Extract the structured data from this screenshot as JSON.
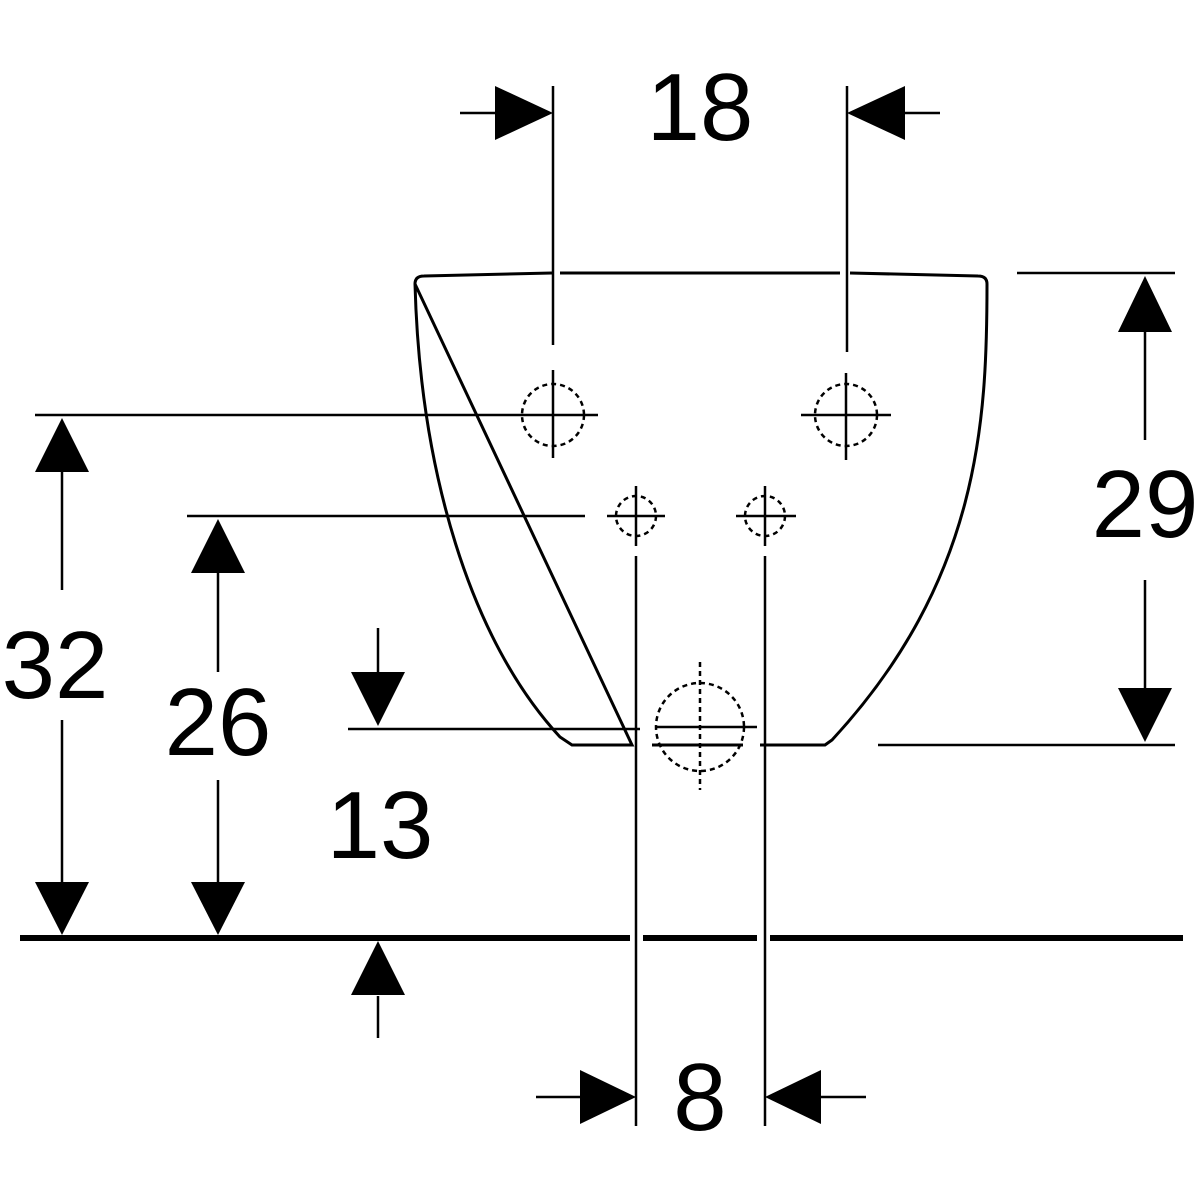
{
  "dimensions": {
    "top_spacing": "18",
    "right_height": "29",
    "left_outer_height": "32",
    "left_inner_height": "26",
    "drain_height": "13",
    "bottom_spacing": "8"
  }
}
